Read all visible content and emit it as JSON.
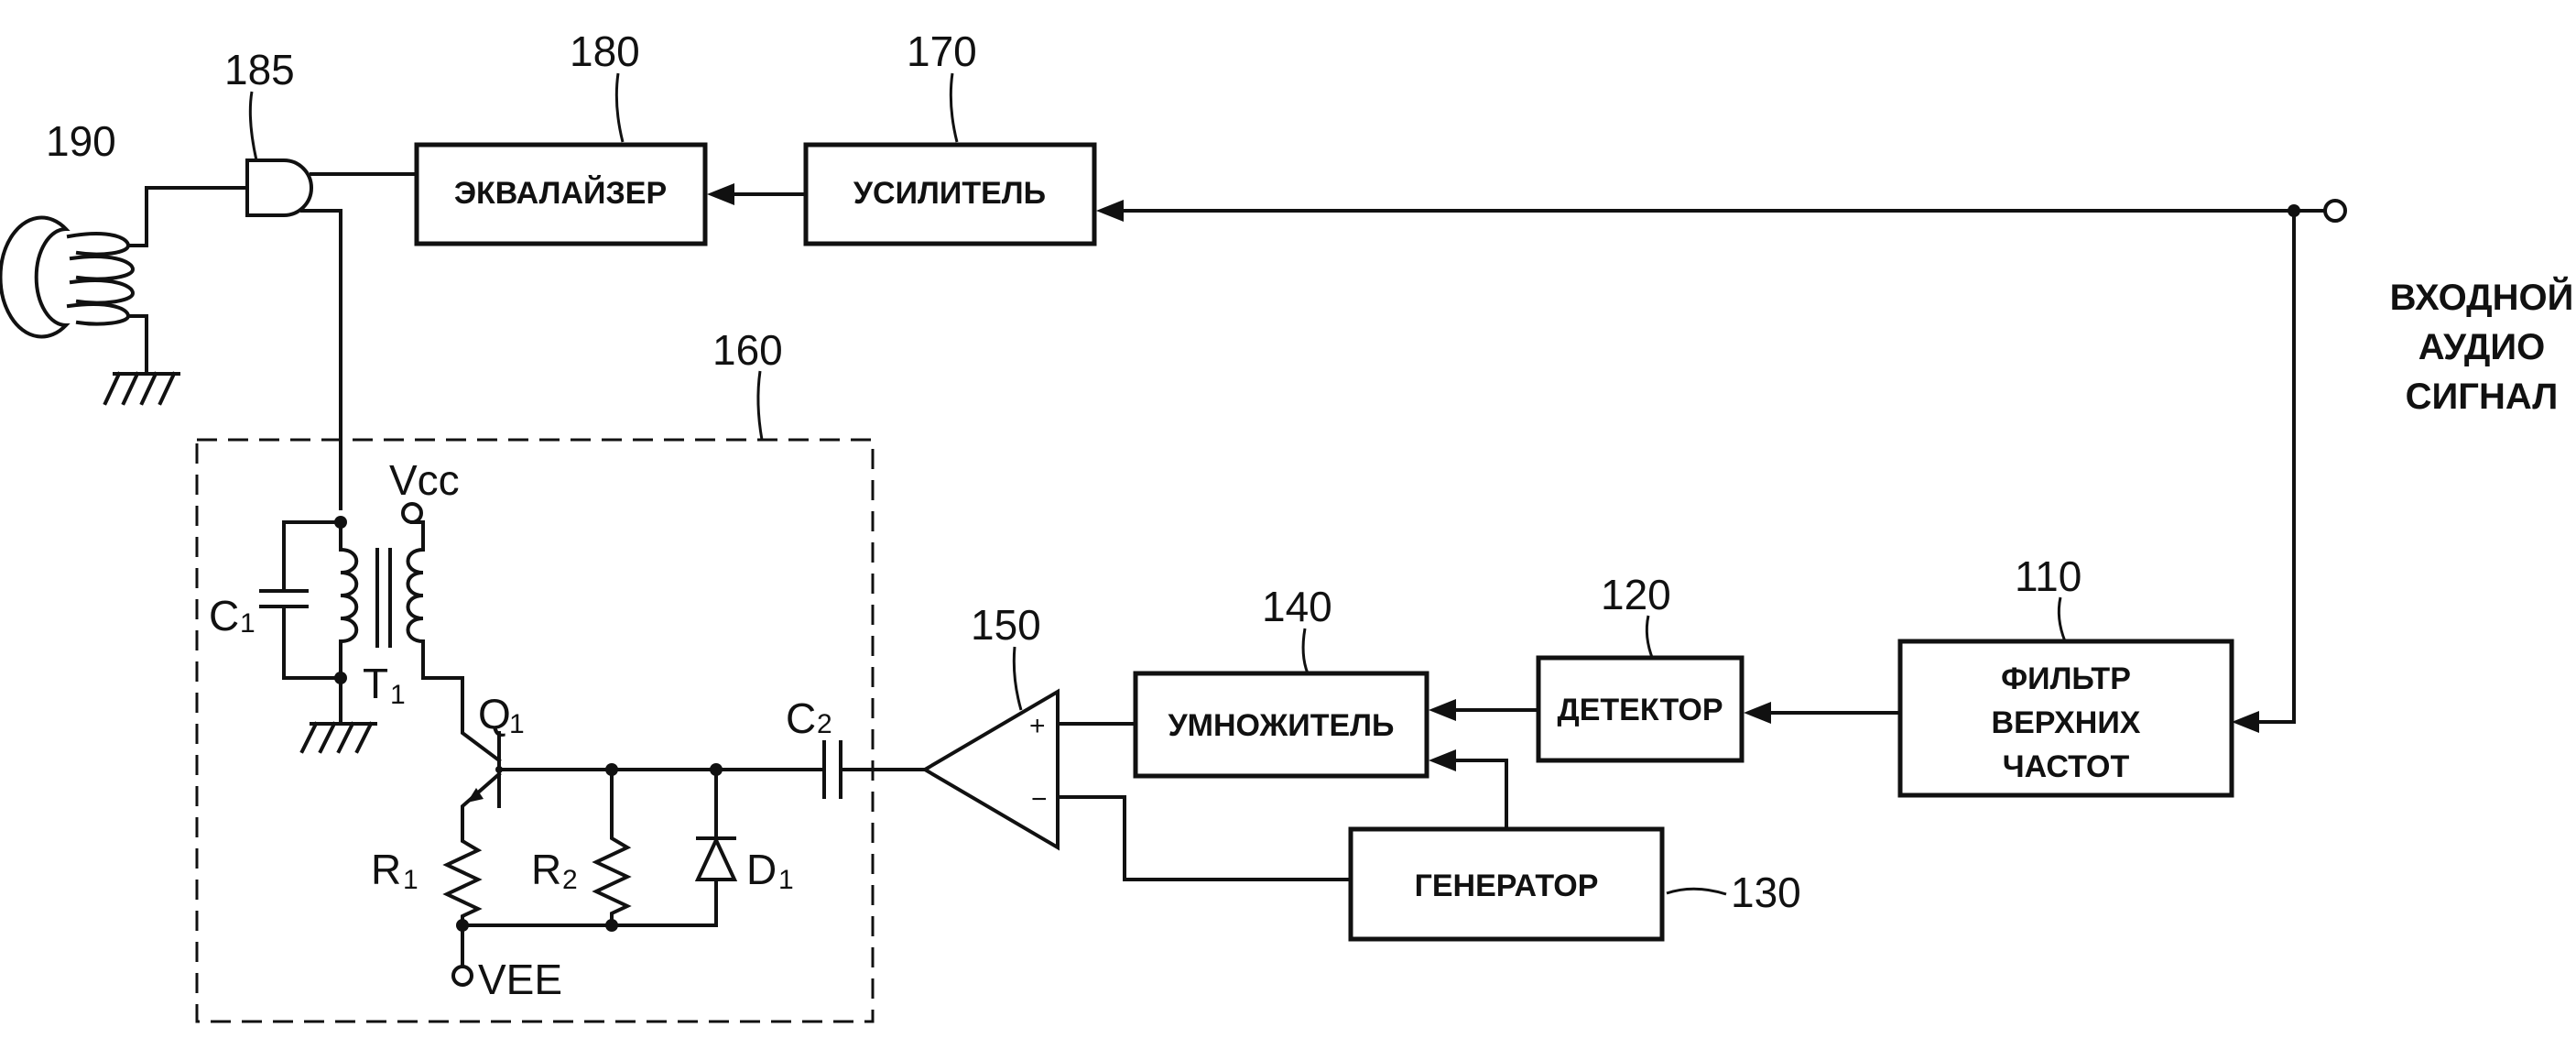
{
  "blocks": {
    "equalizer": "ЭКВАЛАЙЗЕР",
    "amplifier": "УСИЛИТЕЛЬ",
    "multiplier": "УМНОЖИТЕЛЬ",
    "detector": "ДЕТЕКТОР",
    "hpf": [
      "ФИЛЬТР",
      "ВЕРХНИХ",
      "ЧАСТОТ"
    ],
    "generator": "ГЕНЕРАТОР"
  },
  "refs": {
    "r190": "190",
    "r185": "185",
    "r180": "180",
    "r170": "170",
    "r160": "160",
    "r150": "150",
    "r140": "140",
    "r120": "120",
    "r110": "110",
    "r130": "130"
  },
  "input_label": [
    "ВХОДНОЙ",
    "АУДИО",
    "СИГНАЛ"
  ],
  "components": {
    "c1": "C",
    "c1_sub": "1",
    "t1": "T",
    "t1_sub": "1",
    "q1": "Q",
    "q1_sub": "1",
    "c2": "C",
    "c2_sub": "2",
    "r1": "R",
    "r1_sub": "1",
    "r2": "R",
    "r2_sub": "2",
    "d1": "D",
    "d1_sub": "1",
    "vcc": "Vcc",
    "vee": "VEE"
  },
  "opamp": {
    "plus": "+",
    "minus": "−"
  }
}
